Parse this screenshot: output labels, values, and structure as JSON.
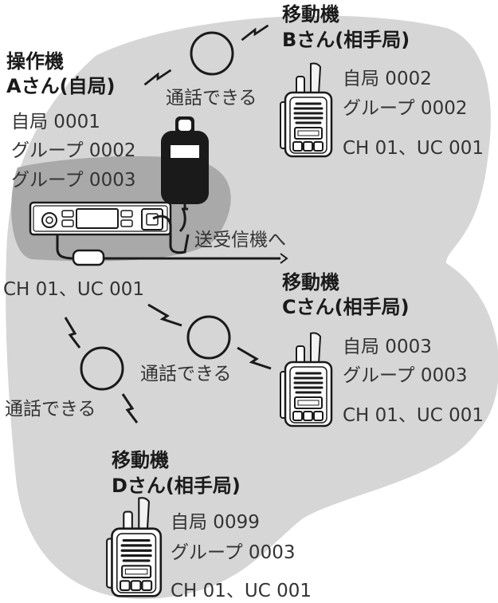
{
  "operator": {
    "device": "操作機",
    "name": "Aさん(自局)",
    "self_id": "自局 0001",
    "group1": "グループ 0002",
    "group2": "グループ 0003",
    "channel": "CH 01、UC 001",
    "cable_label": "送受信機へ"
  },
  "station_b": {
    "device": "移動機",
    "name": "Bさん(相手局)",
    "self_id": "自局 0002",
    "group": "グループ 0002",
    "channel": "CH 01、UC 001"
  },
  "station_c": {
    "device": "移動機",
    "name": "Cさん(相手局)",
    "self_id": "自局 0003",
    "group": "グループ 0003",
    "channel": "CH 01、UC 001"
  },
  "station_d": {
    "device": "移動機",
    "name": "Dさん(相手局)",
    "self_id": "自局 0099",
    "group": "グループ 0003",
    "channel": "CH 01、UC 001"
  },
  "links": {
    "a_b": "通話できる",
    "a_c": "通話できる",
    "a_d": "通話できる"
  },
  "colors": {
    "zone_light": "#d6d6d6",
    "zone_dark": "#a9a9a9",
    "ink": "#1a1a1a"
  }
}
